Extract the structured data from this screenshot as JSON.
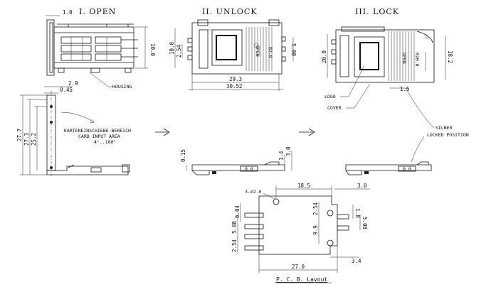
{
  "views": {
    "open_title": "I. OPEN",
    "unlock_title": "II. UNLOCK",
    "lock_title": "III. LOCK"
  },
  "labels": {
    "housing": "HOUSING",
    "insert_area_de": "KARTENEINSCHIEBE-BEREICH",
    "insert_area_en": "CARD INPUT AREA",
    "angle_range": "4°..180°",
    "logo": "LOGO",
    "cover": "COVER",
    "locked_de": "SILBER",
    "locked_en": "LOCKED POSITION",
    "open_mark": "OPEN",
    "pcb_layout": "P. C. B.  Layout",
    "holes_note": "3-⌀2.0"
  },
  "dimensions": {
    "open_top_width": "1.0",
    "open_height": "10.0",
    "open_side_a": "2.9",
    "open_side_b": "0.45",
    "open_height_27": "27.7",
    "open_height_273": "27.3",
    "open_height_252": "25.2",
    "unlock_h": "10.0",
    "unlock_254": "2.54",
    "unlock_508": "5.08",
    "unlock_r": "R2.0",
    "unlock_w1": "29.3",
    "unlock_w2": "30.52",
    "unlock_side_h": "0.15",
    "unlock_side_14": "1.4",
    "unlock_side_30": "3.0",
    "lock_h": "20.0",
    "lock_r": "R20.0",
    "lock_182": "18.2",
    "lock_15": "1.5",
    "pcb_top": "18.5",
    "pcb_right_30": "3.0",
    "pcb_right_10": "1.0",
    "pcb_right_508": "5.08",
    "pcb_254a": "2.54",
    "pcb_99": "9.9",
    "pcb_left_604": "6.04",
    "pcb_left_508": "5.08",
    "pcb_left_254": "2.54",
    "pcb_bottom_34": "3.4",
    "pcb_width": "27.0"
  }
}
